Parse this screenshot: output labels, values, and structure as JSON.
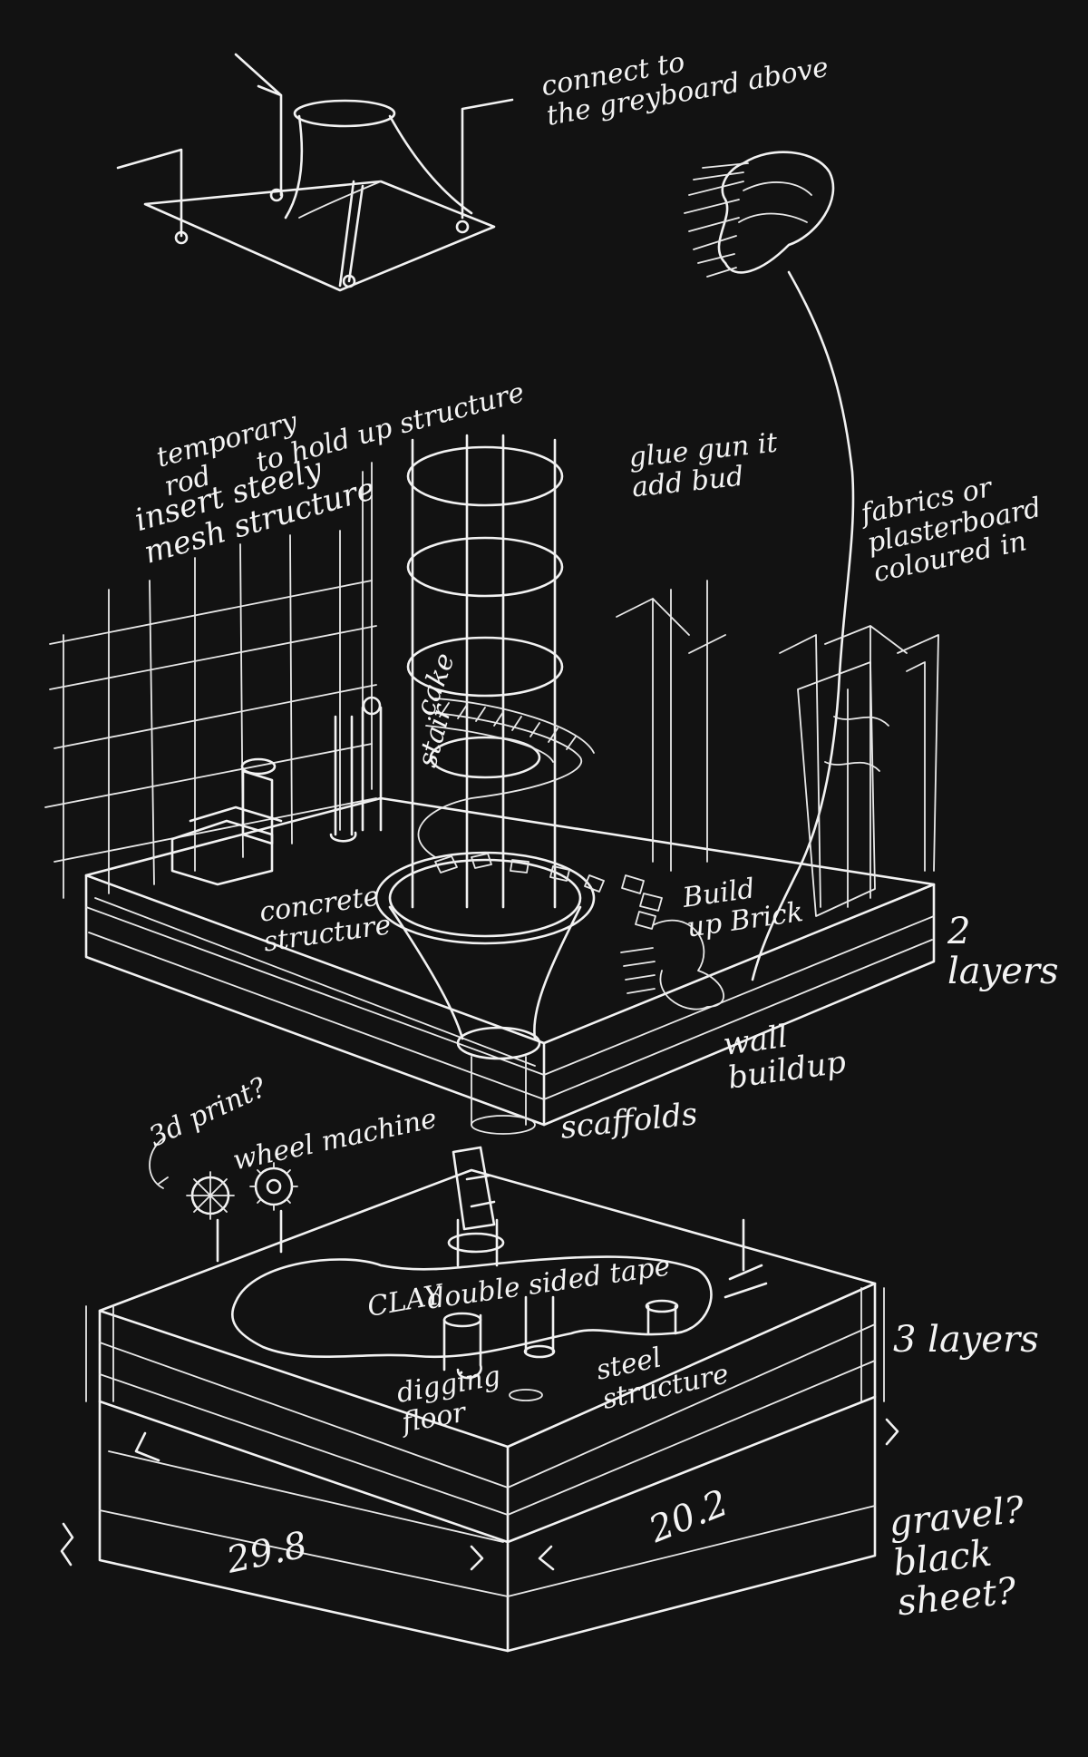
{
  "notes": {
    "connect_to": "connect to\nthe greyboard above",
    "temporary_rod": "temporary\nrod",
    "to_hold_up": "to hold up structure",
    "insert_steel": "insert steely\nmesh structure",
    "glue_gun": "glue gun it\nadd bud",
    "fabrics": "fabrics or\nplasterboard\ncoloured in",
    "cake": "cake",
    "stair": "stair",
    "concrete": "concrete\nstructure",
    "build_up_brick": "Build\nup Brick",
    "two_layers": "2\nlayers",
    "wall_buildup": "wall\nbuildup",
    "three_d_print": "3d print?",
    "wheel_machine": "wheel machine",
    "scaffolds": "scaffolds",
    "clay": "CLAY",
    "double_sided_tape": "double sided tape",
    "digging_floor": "digging\nfloor",
    "steel_structure": "steel\nstructure",
    "three_layers": "3 layers",
    "dim_left": "29.8",
    "dim_right": "20.2",
    "gravel": "gravel?\nblack\nsheet?"
  }
}
